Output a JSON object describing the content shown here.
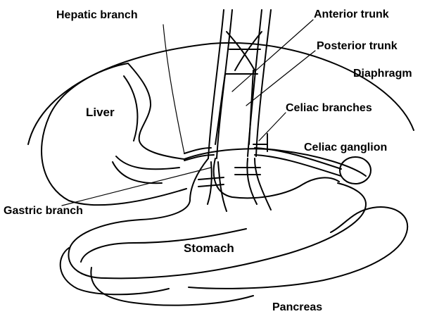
{
  "labels": {
    "hepatic_branch": "Hepatic branch",
    "anterior_trunk": "Anterior trunk",
    "posterior_trunk": "Posterior trunk",
    "diaphragm": "Diaphragm",
    "liver": "Liver",
    "celiac_branches": "Celiac branches",
    "celiac_ganglion": "Celiac ganglion",
    "gastric_branch": "Gastric branch",
    "stomach": "Stomach",
    "pancreas": "Pancreas"
  },
  "colors": {
    "line": "#000000",
    "background": "#ffffff"
  }
}
